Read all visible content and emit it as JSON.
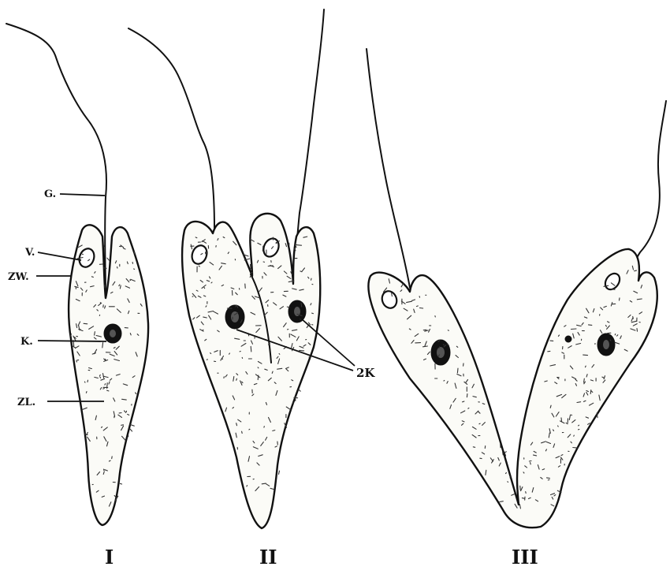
{
  "figure": {
    "labels": {
      "G": "G.",
      "V": "V.",
      "ZW": "ZW.",
      "K": "K.",
      "ZL": "ZL.",
      "ZK": "2K"
    },
    "stage_numbers": [
      "I",
      "II",
      "III"
    ]
  }
}
